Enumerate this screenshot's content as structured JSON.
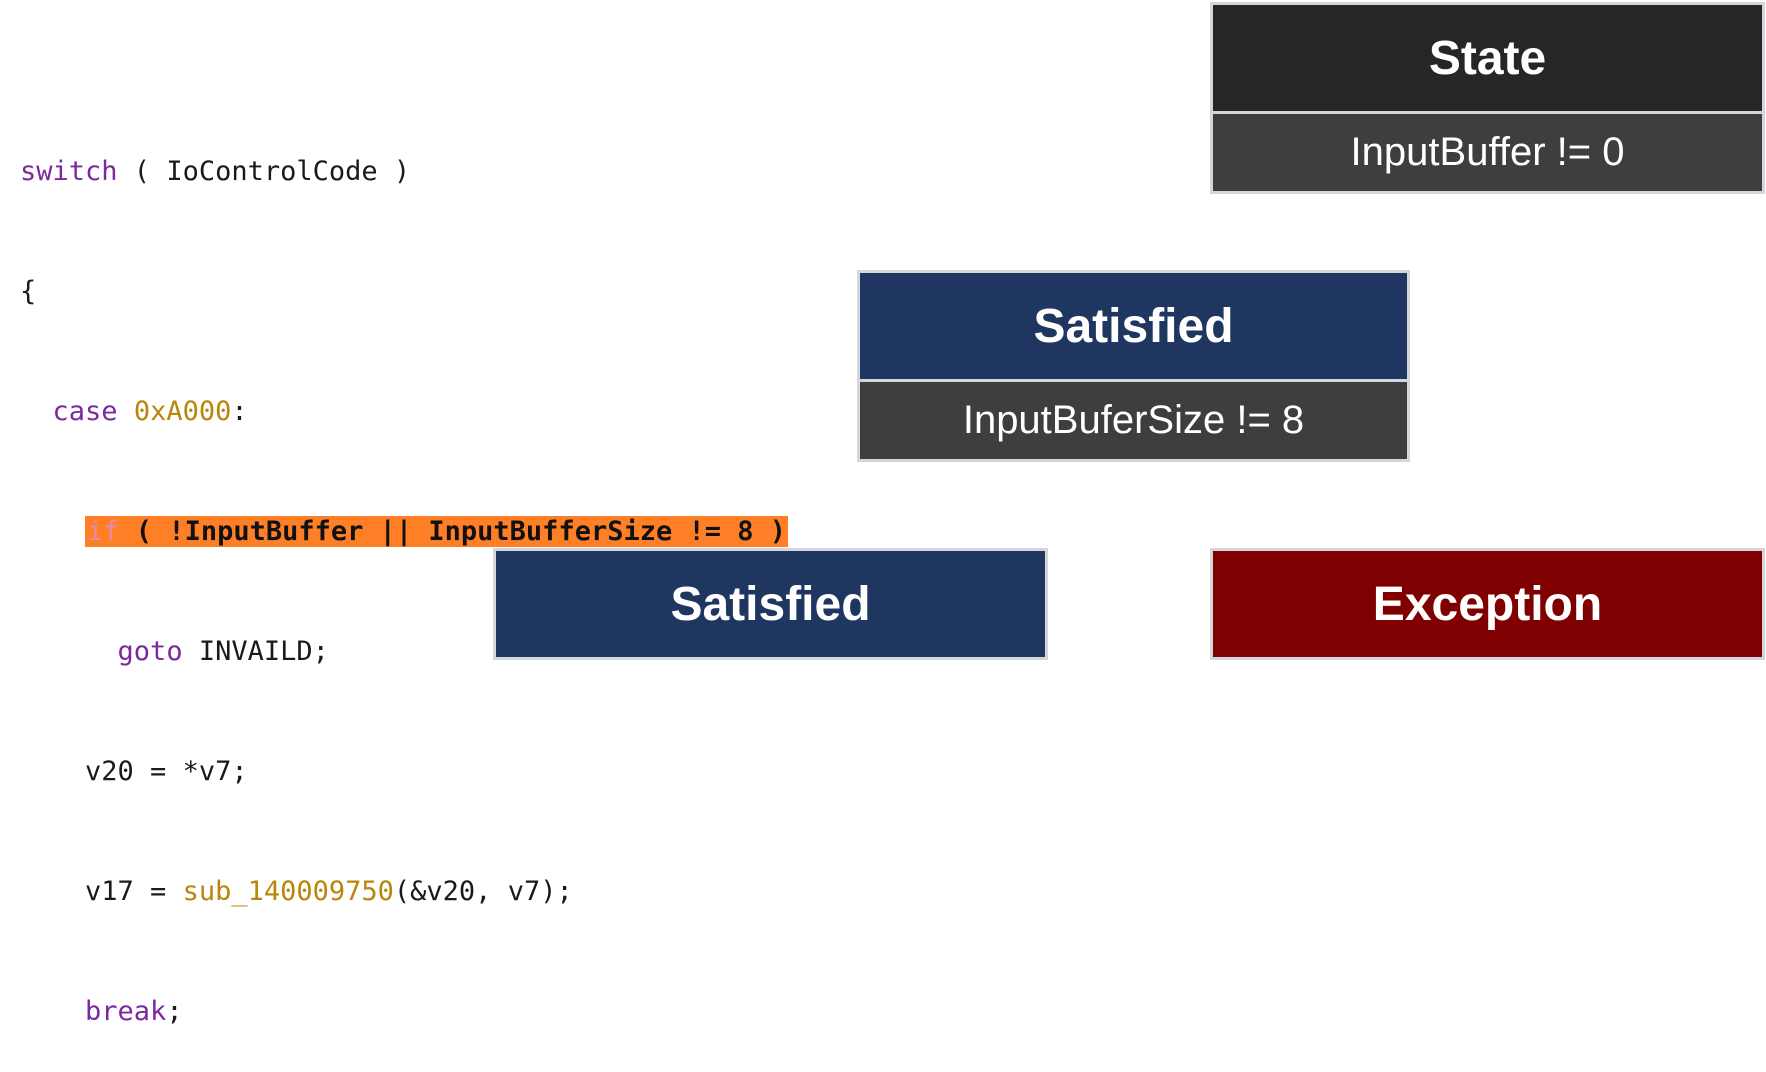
{
  "code": {
    "switch_kw": "switch",
    "switch_rest": " ( IoControlCode )",
    "open_brace": "{",
    "case_kw": "case",
    "case_value": "0xA000",
    "case_colon": ":",
    "if_kw": "if",
    "if_condition": " ( !InputBuffer || InputBufferSize != 8 )",
    "goto_kw": "goto",
    "goto_target": " INVAILD;",
    "line_v20": "v20 = *v7;",
    "v17_lhs": "v17 = ",
    "v17_fn": "sub_140009750",
    "v17_args": "(&v20, v7);",
    "break_kw": "break",
    "break_semicolon": ";"
  },
  "boxes": {
    "state": {
      "title": "State",
      "condition": "InputBuffer != 0"
    },
    "satisfied_1": {
      "title": "Satisfied",
      "condition": "InputBuferSize != 8"
    },
    "satisfied_2": {
      "title": "Satisfied"
    },
    "exception": {
      "title": "Exception"
    }
  },
  "colors": {
    "highlight": "#ff7f27",
    "keyword": "#7a2a9e",
    "number": "#b8860b",
    "state_header": "#262626",
    "satisfied_header": "#1f3660",
    "exception_header": "#7f0000",
    "condition_row": "#3e3e3e"
  }
}
